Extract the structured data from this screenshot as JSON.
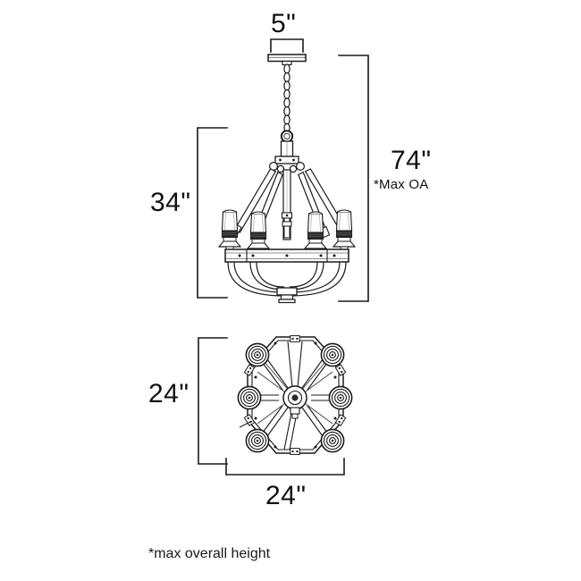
{
  "document": {
    "type": "product-dimension-drawing",
    "subject": "6-light hexagonal frame chandelier",
    "background_color": "#ffffff",
    "line_color": "#1a1a1a",
    "text_color": "#111111"
  },
  "dimensions": {
    "canopy_width": "5\"",
    "fixture_height": "34\"",
    "overall_height": "74\"",
    "overall_height_note": "*Max OA",
    "plan_height": "24\"",
    "plan_width": "24\""
  },
  "footnote": {
    "text": "*max overall height"
  },
  "views": {
    "elevation": {
      "name": "front-elevation-view",
      "parts": [
        "canopy-plate",
        "hanging-chain",
        "suspension-ring",
        "upper-stem-block",
        "splayed-support-arms",
        "bulb-sockets",
        "horizontal-frame-band",
        "curved-basket-ribs",
        "bottom-finial"
      ],
      "visible_socket_count": 4
    },
    "plan": {
      "name": "top-plan-view",
      "parts": [
        "hexagonal-outer-frame",
        "socket-rings",
        "radial-spokes",
        "center-hub",
        "corner-brackets"
      ],
      "socket_count": 6,
      "frame_sides": 6
    }
  }
}
